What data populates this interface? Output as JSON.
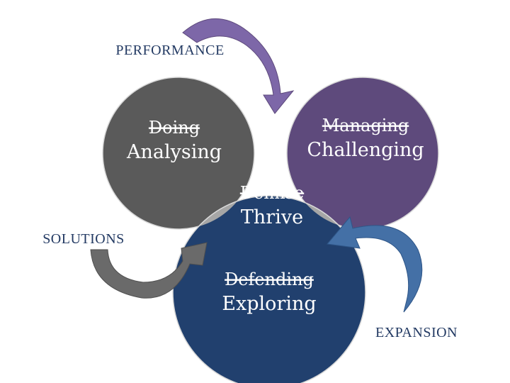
{
  "diagram": {
    "circles": [
      {
        "id": "left",
        "struck_label": "Doing",
        "label": "Analysing",
        "color": "#5a5a5a"
      },
      {
        "id": "right",
        "struck_label": "Managing",
        "label": "Challenging",
        "color": "#5e4a7c"
      },
      {
        "id": "bottom",
        "struck_label": "Defending",
        "label": "Exploring",
        "color": "#21406e"
      }
    ],
    "center": {
      "struck_label": "Demise",
      "label": "Thrive",
      "color": "#a6a6a6"
    },
    "arrows": [
      {
        "label": "PERFORMANCE",
        "color": "#7d67a8"
      },
      {
        "label": "EXPANSION",
        "color": "#4470a6"
      },
      {
        "label": "SOLUTIONS",
        "color": "#6a6a6a"
      }
    ],
    "label_color": "#233a63"
  }
}
